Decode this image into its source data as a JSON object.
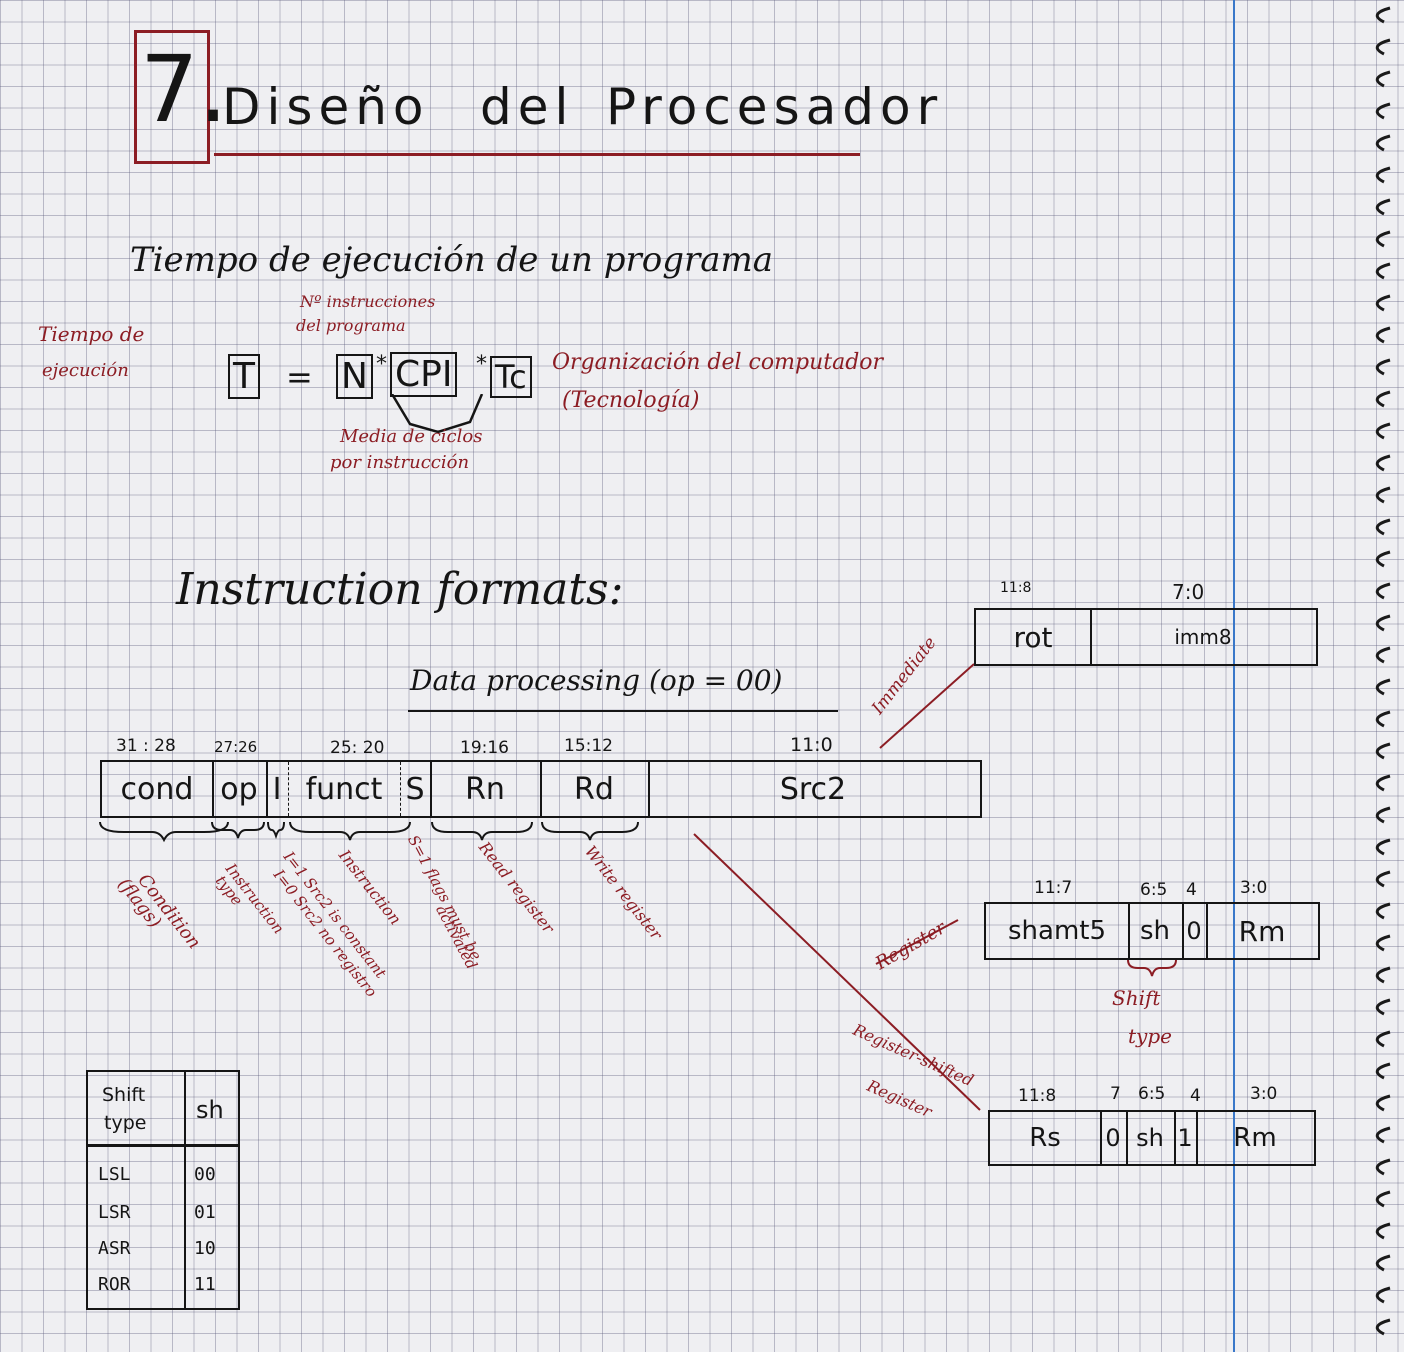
{
  "chapter": {
    "number": "7.",
    "title_word1": "Diseño",
    "title_word2": "del",
    "title_word3": "Procesador"
  },
  "execution_time": {
    "heading": "Tiempo de ejecución de un programa",
    "side_label_line1": "Tiempo de",
    "side_label_line2": "ejecución",
    "formula": {
      "t": "T",
      "eq": "=",
      "n": "N",
      "times1": "*",
      "cpi": "CPI",
      "times2": "*",
      "tc": "Tc"
    },
    "n_note_line1": "Nº instrucciones",
    "n_note_line2": "del programa",
    "tc_note_line1": "Organización del computador",
    "tc_note_line2": "(Tecnología)",
    "cpi_note_line1": "Media de ciclos",
    "cpi_note_line2": "por instrucción"
  },
  "formats": {
    "heading": "Instruction formats:",
    "subheading": "Data processing (op = 00)",
    "main_bits": [
      "31 : 28",
      "27:26",
      "25: 20",
      "19:16",
      "15:12",
      "11:0"
    ],
    "main_fields": [
      "cond",
      "op",
      "I",
      "funct",
      "S",
      "Rn",
      "Rd",
      "Src2"
    ],
    "brace_notes": {
      "cond": [
        "Condition",
        "(flags)"
      ],
      "op": [
        "Instruction",
        "type"
      ],
      "i": [
        "I=1 Src2 is constant",
        "I=0 Src2 no registro"
      ],
      "funct": [
        "Instruction"
      ],
      "s": [
        "S=1 flags must be",
        "activated"
      ],
      "rn": [
        "Read register"
      ],
      "rd": [
        "Write register"
      ]
    },
    "immediate": {
      "label": "Immediate",
      "bits": [
        "11:8",
        "7:0"
      ],
      "fields": [
        "rot",
        "imm8"
      ]
    },
    "register": {
      "label": "Register",
      "bits": [
        "11:7",
        "6:5",
        "4",
        "3:0"
      ],
      "fields": [
        "shamt5",
        "sh",
        "0",
        "Rm"
      ],
      "note_line1": "Shift",
      "note_line2": "type"
    },
    "register_shifted": {
      "label_line1": "Register-shifted",
      "label_line2": "Register",
      "bits": [
        "11:8",
        "7",
        "6:5",
        "4",
        "3:0"
      ],
      "fields": [
        "Rs",
        "0",
        "sh",
        "1",
        "Rm"
      ]
    }
  },
  "shift_table": {
    "header_col1_line1": "Shift",
    "header_col1_line2": "type",
    "header_col2": "sh",
    "rows": [
      {
        "type": "LSL",
        "sh": "00"
      },
      {
        "type": "LSR",
        "sh": "01"
      },
      {
        "type": "ASR",
        "sh": "10"
      },
      {
        "type": "ROR",
        "sh": "11"
      }
    ]
  },
  "colors": {
    "ink": "#151515",
    "red_ink": "#8c1d24",
    "grid": "#5f5f7d",
    "margin": "#3a78c9",
    "paper": "#efeff2"
  }
}
